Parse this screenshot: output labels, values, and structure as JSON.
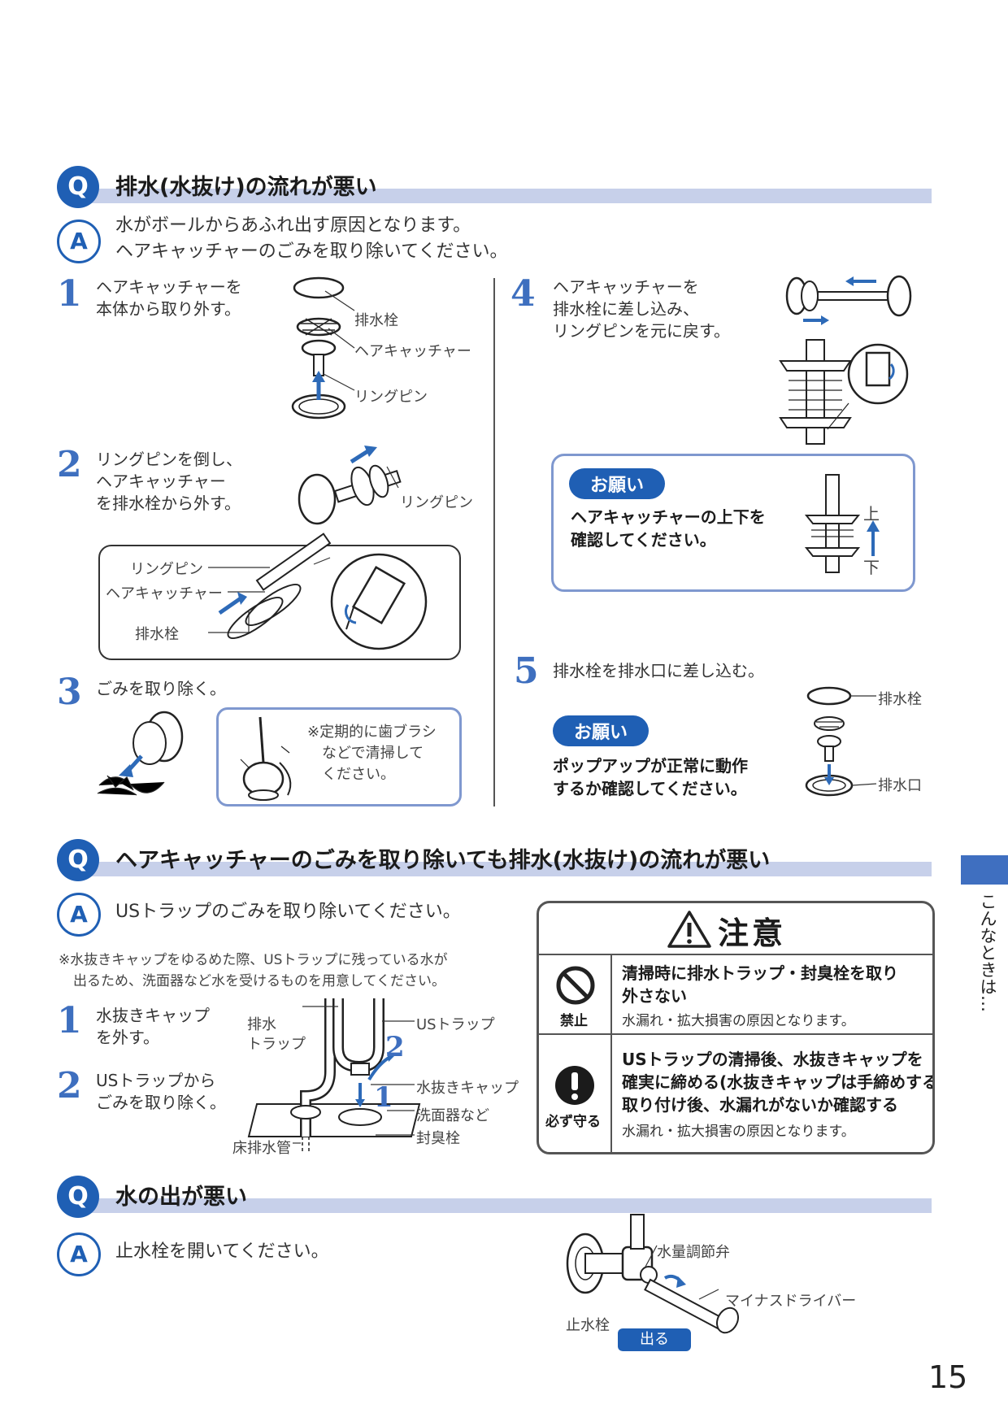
{
  "q1": {
    "q_mark": "Q",
    "title": "排水(水抜け)の流れが悪い",
    "a_mark": "A",
    "answer_line1": "水がボールからあふれ出す原因となります。",
    "answer_line2": "ヘアキャッチャーのごみを取り除いてください。",
    "steps": [
      {
        "num": "1",
        "line1": "ヘアキャッチャーを",
        "line2": "本体から取り外す。",
        "line3": ""
      },
      {
        "num": "2",
        "line1": "リングピンを倒し、",
        "line2": "ヘアキャッチャー",
        "line3": "を排水栓から外す。"
      },
      {
        "num": "3",
        "line1": "ごみを取り除く。",
        "line2": "",
        "line3": ""
      },
      {
        "num": "4",
        "line1": "ヘアキャッチャーを",
        "line2": "排水栓に差し込み、",
        "line3": "リングピンを元に戻す。"
      },
      {
        "num": "5",
        "line1": "排水栓を排水口に差し込む。",
        "line2": "",
        "line3": ""
      }
    ],
    "labels": {
      "drain_plug": "排水栓",
      "hair_catcher": "ヘアキャッチャー",
      "ring_pin": "リングピン",
      "drain_outlet": "排水口"
    },
    "brush_note_line1": "※定期的に歯ブラシ",
    "brush_note_line2": "などで清掃して",
    "brush_note_line3": "ください。",
    "request1": {
      "label": "お願い",
      "line1": "ヘアキャッチャーの上下を",
      "line2": "確認してください。",
      "top": "上",
      "bottom": "下"
    },
    "request2": {
      "label": "お願い",
      "line1": "ポップアップが正常に動作",
      "line2": "するか確認してください。"
    }
  },
  "q2": {
    "q_mark": "Q",
    "title": "ヘアキャッチャーのごみを取り除いても排水(水抜け)の流れが悪い",
    "a_mark": "A",
    "answer": "USトラップのごみを取り除いてください。",
    "note_line1": "※水抜きキャップをゆるめた際、USトラップに残っている水が",
    "note_line2": "出るため、洗面器など水を受けるものを用意してください。",
    "steps": [
      {
        "num": "1",
        "line1": "水抜きキャップ",
        "line2": "を外す。"
      },
      {
        "num": "2",
        "line1": "USトラップから",
        "line2": "ごみを取り除く。"
      }
    ],
    "labels": {
      "drain_trap_1": "排水",
      "drain_trap_2": "トラップ",
      "us_trap": "USトラップ",
      "drain_cap": "水抜きキャップ",
      "basin": "洗面器など",
      "seal_plug": "封臭栓",
      "floor_drain": "床排水管",
      "fig_num_1": "1",
      "fig_num_2": "2"
    }
  },
  "caution": {
    "title": "注意",
    "rows": [
      {
        "icon_label": "禁止",
        "line1": "清掃時に排水トラップ・封臭栓を取り",
        "line2": "外さない",
        "line3": "",
        "sub": "水漏れ・拡大損害の原因となります。"
      },
      {
        "icon_label": "必ず守る",
        "line1": "USトラップの清掃後、水抜きキャップを",
        "line2": "確実に締める(水抜きキャップは手締めする)",
        "line3": "取り付け後、水漏れがないか確認する",
        "sub": "水漏れ・拡大損害の原因となります。"
      }
    ]
  },
  "q3": {
    "q_mark": "Q",
    "title": "水の出が悪い",
    "a_mark": "A",
    "answer": "止水栓を開いてください。",
    "labels": {
      "flow_valve": "水量調節弁",
      "screwdriver": "マイナスドライバー",
      "stop_valve": "止水栓",
      "out": "出る"
    }
  },
  "side_tab": "こんなときは…",
  "page_number": "15",
  "colors": {
    "accent": "#1f5fb4",
    "bar": "#c7d0ea",
    "box_border": "#7f98cf"
  }
}
